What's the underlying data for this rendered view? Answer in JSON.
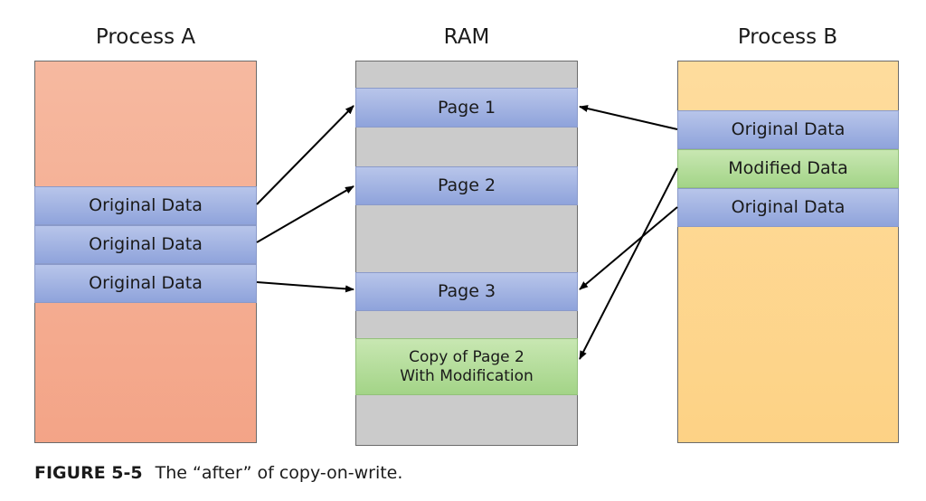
{
  "columns": {
    "process_a": {
      "title": "Process A"
    },
    "ram": {
      "title": "RAM"
    },
    "process_b": {
      "title": "Process B"
    }
  },
  "process_a_blocks": [
    "Original Data",
    "Original Data",
    "Original Data"
  ],
  "ram_pages": {
    "page1": "Page 1",
    "page2": "Page 2",
    "page3": "Page 3",
    "copy_line1": "Copy of Page 2",
    "copy_line2": "With Modification"
  },
  "process_b_blocks": {
    "top": "Original Data",
    "middle": "Modified Data",
    "bottom": "Original Data"
  },
  "caption": {
    "label": "FIGURE 5-5",
    "text": "The “after” of copy-on-write."
  },
  "colors": {
    "process_a": "#f3a487",
    "ram": "#cbcbcb",
    "process_b": "#fdd285",
    "page_blue": "#8fa3db",
    "page_green": "#a3d487"
  }
}
